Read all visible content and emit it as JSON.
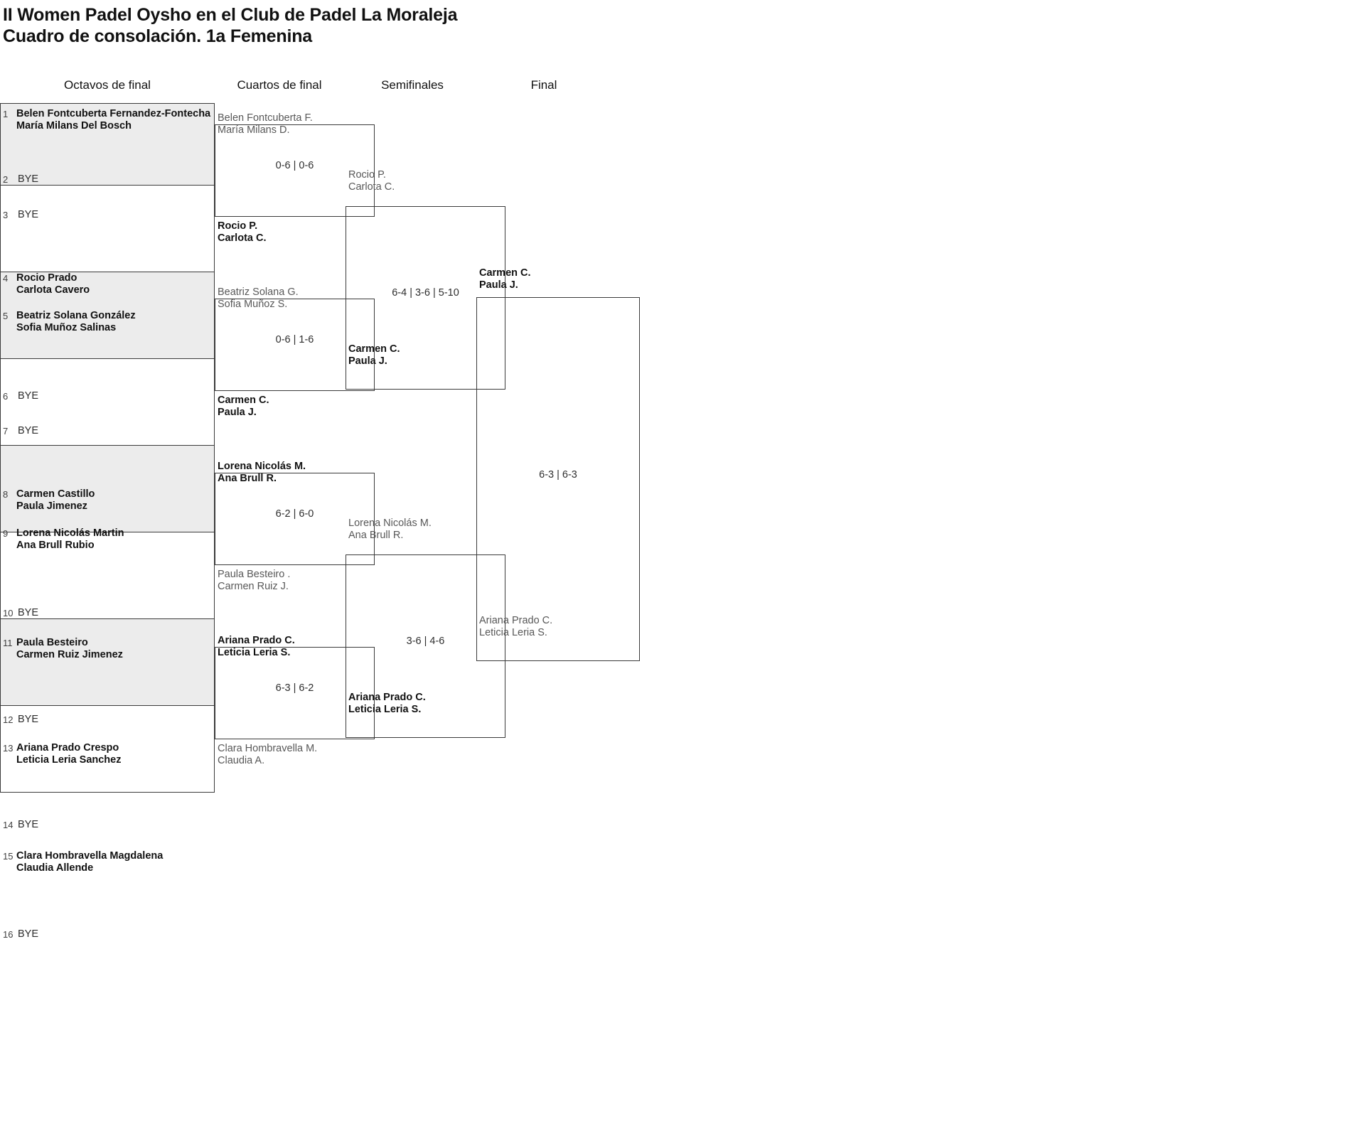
{
  "title": {
    "line1": "II Women Padel Oysho en el Club de Padel La Moraleja",
    "line2": "Cuadro de consolación. 1a Femenina"
  },
  "rounds": [
    {
      "id": "octavos",
      "label": "Octavos de final"
    },
    {
      "id": "cuartos",
      "label": "Cuartos de final"
    },
    {
      "id": "semifinales",
      "label": "Semifinales"
    },
    {
      "id": "final",
      "label": "Final"
    }
  ],
  "round1": {
    "seeds": [
      {
        "num": "1",
        "p1": "Belen Fontcuberta Fernandez-Fontecha",
        "p2": "María Milans Del Bosch",
        "bye": false
      },
      {
        "num": "2",
        "p1": "BYE",
        "p2": "",
        "bye": true
      },
      {
        "num": "3",
        "p1": "BYE",
        "p2": "",
        "bye": true
      },
      {
        "num": "4",
        "p1": "Rocio Prado",
        "p2": "Carlota Cavero",
        "bye": false
      },
      {
        "num": "5",
        "p1": "Beatriz Solana González",
        "p2": "Sofia Muñoz Salinas",
        "bye": false
      },
      {
        "num": "6",
        "p1": "BYE",
        "p2": "",
        "bye": true
      },
      {
        "num": "7",
        "p1": "BYE",
        "p2": "",
        "bye": true
      },
      {
        "num": "8",
        "p1": "Carmen Castillo",
        "p2": "Paula Jimenez",
        "bye": false
      },
      {
        "num": "9",
        "p1": "Lorena Nicolás Martin",
        "p2": "Ana Brull Rubio",
        "bye": false
      },
      {
        "num": "10",
        "p1": "BYE",
        "p2": "",
        "bye": true
      },
      {
        "num": "11",
        "p1": "Paula Besteiro",
        "p2": "Carmen Ruiz Jimenez",
        "bye": false
      },
      {
        "num": "12",
        "p1": "BYE",
        "p2": "",
        "bye": true
      },
      {
        "num": "13",
        "p1": "Ariana Prado Crespo",
        "p2": "Leticia Leria Sanchez",
        "bye": false
      },
      {
        "num": "14",
        "p1": "BYE",
        "p2": "",
        "bye": true
      },
      {
        "num": "15",
        "p1": "Clara Hombravella Magdalena",
        "p2": "Claudia Allende",
        "bye": false
      },
      {
        "num": "16",
        "p1": "BYE",
        "p2": "",
        "bye": true
      }
    ]
  },
  "quarterfinals": [
    {
      "score": "0-6 | 0-6",
      "top": {
        "p1": "Belen Fontcuberta F.",
        "p2": "María Milans D.",
        "result": "loser"
      },
      "bottom": {
        "p1": "Rocio P.",
        "p2": "Carlota C.",
        "result": "winner"
      }
    },
    {
      "score": "0-6 | 1-6",
      "top": {
        "p1": "Beatriz Solana G.",
        "p2": "Sofia Muñoz S.",
        "result": "loser"
      },
      "bottom": {
        "p1": "Carmen C.",
        "p2": "Paula J.",
        "result": "winner"
      }
    },
    {
      "score": "6-2 | 6-0",
      "top": {
        "p1": "Lorena Nicolás M.",
        "p2": "Ana Brull R.",
        "result": "winner"
      },
      "bottom": {
        "p1": "Paula Besteiro .",
        "p2": "Carmen Ruiz J.",
        "result": "loser"
      }
    },
    {
      "score": "6-3 | 6-2",
      "top": {
        "p1": "Ariana Prado C.",
        "p2": "Leticia Leria S.",
        "result": "winner"
      },
      "bottom": {
        "p1": "Clara Hombravella M.",
        "p2": "Claudia A.",
        "result": "loser"
      }
    }
  ],
  "semifinals": [
    {
      "score": "6-4 | 3-6 | 5-10",
      "top": {
        "p1": "Rocio P.",
        "p2": "Carlota C.",
        "result": "loser"
      },
      "bottom": {
        "p1": "Carmen C.",
        "p2": "Paula J.",
        "result": "winner"
      }
    },
    {
      "score": "3-6 | 4-6",
      "top": {
        "p1": "Lorena Nicolás M.",
        "p2": "Ana Brull R.",
        "result": "loser"
      },
      "bottom": {
        "p1": "Ariana Prado C.",
        "p2": "Leticia Leria S.",
        "result": "winner"
      }
    }
  ],
  "final": {
    "score": "6-3 | 6-3",
    "top": {
      "p1": "Carmen C.",
      "p2": "Paula J.",
      "result": "winner"
    },
    "bottom": {
      "p1": "Ariana Prado C.",
      "p2": "Leticia Leria S.",
      "result": "loser"
    }
  }
}
